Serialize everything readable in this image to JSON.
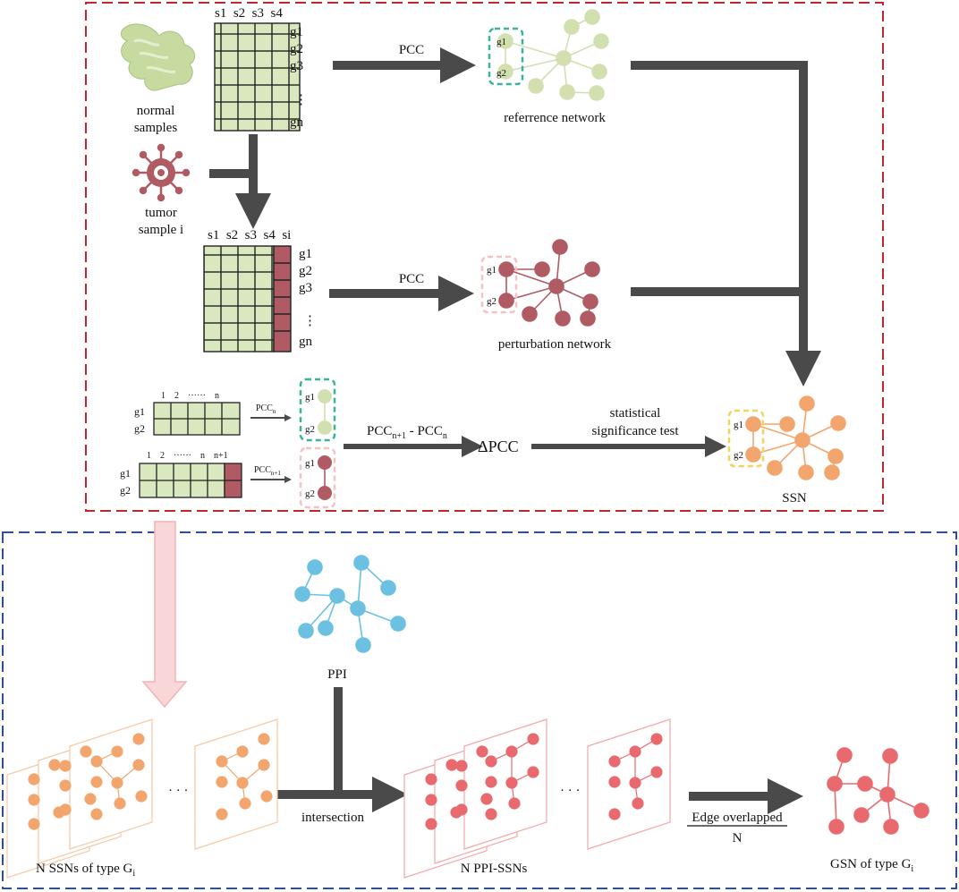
{
  "labels": {
    "normal_samples_1": "normal",
    "normal_samples_2": "samples",
    "tumor_sample_1": "tumor",
    "tumor_sample_2": "sample i",
    "matrix1_header": "s1  s2  s3  s4",
    "matrix2_header": "s1  s2  s3  s4  si",
    "g1": "g1",
    "g2": "g2",
    "g3": "g3",
    "gn": "gn",
    "vdots": "⋮",
    "pcc": "PCC",
    "reference_network": "referrence network",
    "perturbation_network": "perturbation network",
    "small_header_1": "1    2    ······    n",
    "small_header_2": "1    2    ······    n    n+1",
    "pcc_n": "PCC",
    "pcc_n_sub": "n",
    "pcc_n1_sub": "n+1",
    "pcc_diff_a": "PCC",
    "pcc_diff_a_sub": "n+1",
    "pcc_diff_mid": " - PCC",
    "pcc_diff_b_sub": "n",
    "delta_pcc": "ΔPCC",
    "stat_test_1": "statistical",
    "stat_test_2": "significance test",
    "ssn": "SSN",
    "ppi": "PPI",
    "ellipsis": "· · ·",
    "intersection": "intersection",
    "edge_overlapped": "Edge overlapped",
    "n_label": "N",
    "n_ssns": "N SSNs of type G",
    "n_ssns_sub": "i",
    "n_ppi_ssns": "N PPI-SSNs",
    "gsn": "GSN of type G",
    "gsn_sub": "i"
  },
  "colors": {
    "red_box": "#c0262e",
    "blue_box": "#2e4f9a",
    "arrow": "#4a4a4a",
    "green": "#d2e0b0",
    "matrix_green": "#d9e8bf",
    "maroon": "#b05a63",
    "orange": "#f2a66e",
    "blue": "#6cc0e2",
    "red": "#e86a6e",
    "teal": "#3bb39b",
    "pink": "#f4c2c4",
    "yellow": "#f3d35b"
  }
}
